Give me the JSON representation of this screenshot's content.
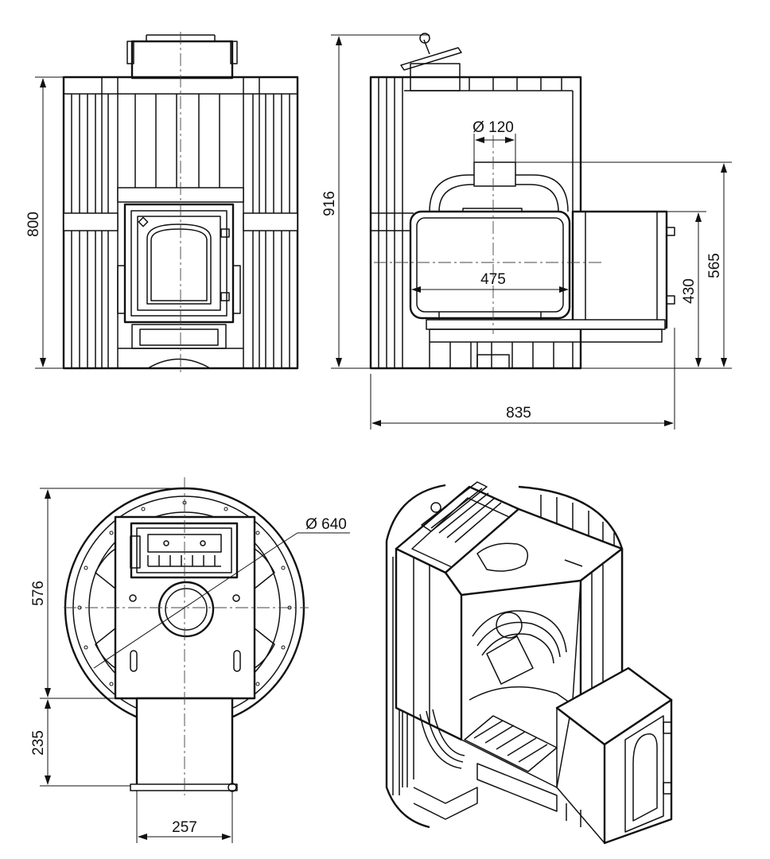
{
  "diagram": {
    "views": [
      {
        "name": "front-view",
        "dimensions": [
          {
            "id": "height",
            "label": "800"
          }
        ]
      },
      {
        "name": "side-view",
        "dimensions": [
          {
            "id": "total-height",
            "label": "916"
          },
          {
            "id": "flue-diameter",
            "label": "Ø 120"
          },
          {
            "id": "firebox-depth",
            "label": "475"
          },
          {
            "id": "total-depth",
            "label": "835"
          },
          {
            "id": "flue-height",
            "label": "565"
          },
          {
            "id": "door-tunnel-height",
            "label": "430"
          }
        ]
      },
      {
        "name": "top-view",
        "dimensions": [
          {
            "id": "body-diameter",
            "label": "Ø 640"
          },
          {
            "id": "body-depth",
            "label": "576"
          },
          {
            "id": "tunnel-length",
            "label": "235"
          },
          {
            "id": "tunnel-width",
            "label": "257"
          }
        ]
      },
      {
        "name": "cutaway-view",
        "dimensions": []
      }
    ]
  }
}
